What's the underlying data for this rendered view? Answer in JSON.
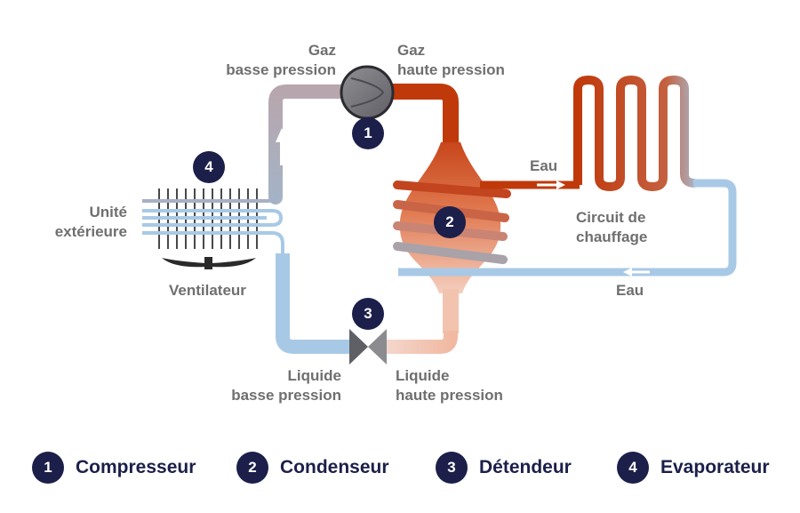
{
  "labels": {
    "gaz_bp": [
      "Gaz",
      "basse pression"
    ],
    "gaz_hp": [
      "Gaz",
      "haute pression"
    ],
    "eau_out": "Eau",
    "eau_in": "Eau",
    "circuit": [
      "Circuit de",
      "chauffage"
    ],
    "unite": [
      "Unité",
      "extérieure"
    ],
    "ventilateur": "Ventilateur",
    "liquide_bp": [
      "Liquide",
      "basse pression"
    ],
    "liquide_hp": [
      "Liquide",
      "haute pression"
    ]
  },
  "badges": [
    "1",
    "2",
    "3",
    "4"
  ],
  "legend": [
    {
      "num": "1",
      "name": "Compresseur"
    },
    {
      "num": "2",
      "name": "Condenseur"
    },
    {
      "num": "3",
      "name": "Détendeur"
    },
    {
      "num": "4",
      "name": "Evaporateur"
    }
  ],
  "colors": {
    "hot": "#c0390b",
    "cold": "#a8c9e6",
    "grey": "#a9a6ae",
    "navy": "#1c1f4a"
  }
}
